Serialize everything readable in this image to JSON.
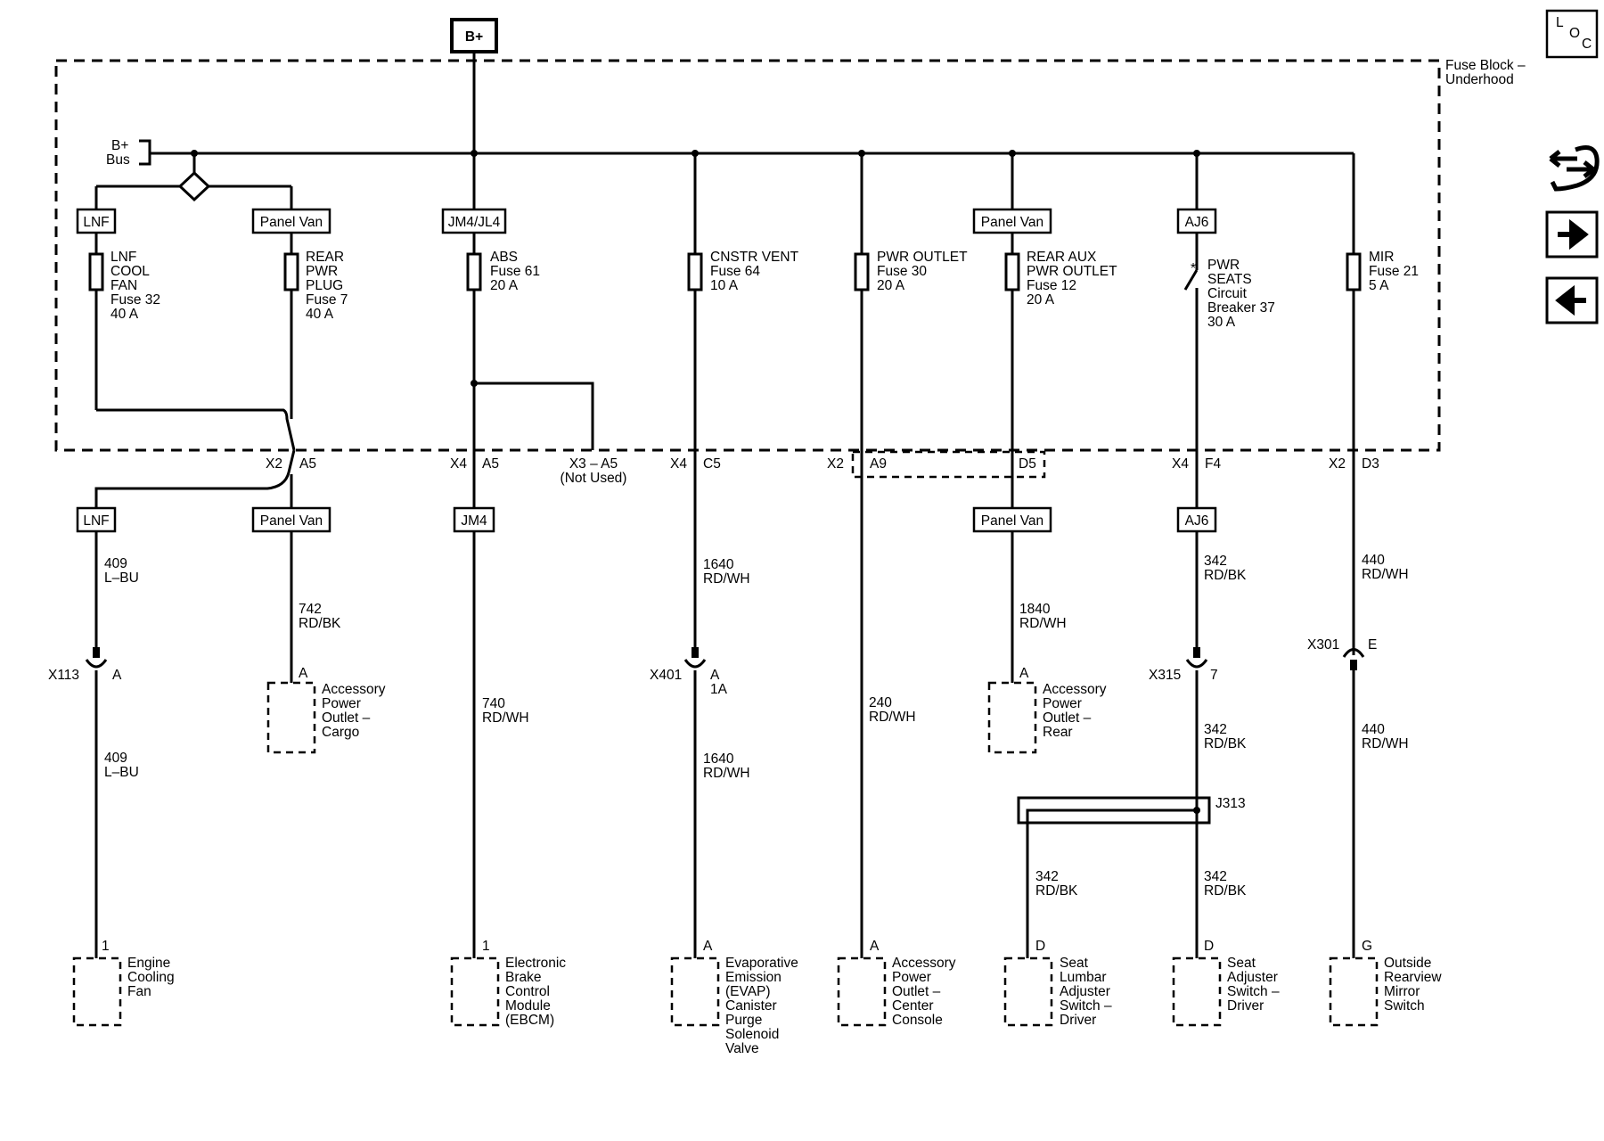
{
  "header": {
    "battery": "B+",
    "fuse_block_line1": "Fuse Block –",
    "fuse_block_line2": "Underhood",
    "bus_line1": "B+",
    "bus_line2": "Bus"
  },
  "nav": {
    "loc_l": "L",
    "loc_o": "O",
    "loc_c": "C"
  },
  "options": {
    "lnf": "LNF",
    "panel_van": "Panel Van",
    "jm4_jl4": "JM4/JL4",
    "aj6": "AJ6",
    "jm4": "JM4"
  },
  "fuses": {
    "f1": [
      "LNF",
      "COOL",
      "FAN",
      "Fuse 32",
      "40 A"
    ],
    "f2": [
      "REAR",
      "PWR",
      "PLUG",
      "Fuse 7",
      "40 A"
    ],
    "f3": [
      "ABS",
      "Fuse 61",
      "20 A"
    ],
    "f4": [
      "CNSTR VENT",
      "Fuse 64",
      "10 A"
    ],
    "f5": [
      "PWR OUTLET",
      "Fuse 30",
      "20 A"
    ],
    "f6": [
      "REAR AUX",
      "PWR OUTLET",
      "Fuse 12",
      "20 A"
    ],
    "f7": [
      "PWR",
      "SEATS",
      "Circuit",
      "Breaker 37",
      "30 A"
    ],
    "f8": [
      "MIR",
      "Fuse 21",
      "5 A"
    ]
  },
  "connectors": {
    "c1a": "X2",
    "c1b": "A5",
    "c2a": "X4",
    "c2b": "A5",
    "c3a": "X3 – A5",
    "c3b": "(Not Used)",
    "c4a": "X4",
    "c4b": "C5",
    "c5a": "X2",
    "c5b": "A9",
    "c5c": "D5",
    "c6a": "X4",
    "c6b": "F4",
    "c7a": "X2",
    "c7b": "D3"
  },
  "wires": {
    "w409a": [
      "409",
      "L–BU"
    ],
    "w409b": [
      "409",
      "L–BU"
    ],
    "w742": [
      "742",
      "RD/BK"
    ],
    "w740": [
      "740",
      "RD/WH"
    ],
    "w1640a": [
      "1640",
      "RD/WH"
    ],
    "w1640b": [
      "1640",
      "RD/WH"
    ],
    "w240": [
      "240",
      "RD/WH"
    ],
    "w1840": [
      "1840",
      "RD/WH"
    ],
    "w342a": [
      "342",
      "RD/BK"
    ],
    "w342b": [
      "342",
      "RD/BK"
    ],
    "w342c": [
      "342",
      "RD/BK"
    ],
    "w342d": [
      "342",
      "RD/BK"
    ],
    "w440a": [
      "440",
      "RD/WH"
    ],
    "w440b": [
      "440",
      "RD/WH"
    ]
  },
  "inline": {
    "x113": "X113",
    "x113pin": "A",
    "x401": "X401",
    "x401pin": "A",
    "x401pin2": "1A",
    "x315": "X315",
    "x315pin": "7",
    "x301": "X301",
    "x301pin": "E",
    "j313": "J313"
  },
  "components": {
    "acc_cargo": {
      "pin": "A",
      "lines": [
        "Accessory",
        "Power",
        "Outlet –",
        "Cargo"
      ]
    },
    "acc_rear": {
      "pin": "A",
      "lines": [
        "Accessory",
        "Power",
        "Outlet –",
        "Rear"
      ]
    },
    "fan": {
      "pin": "1",
      "lines": [
        "Engine",
        "Cooling",
        "Fan"
      ]
    },
    "ebcm": {
      "pin": "1",
      "lines": [
        "Electronic",
        "Brake",
        "Control",
        "Module",
        "(EBCM)"
      ]
    },
    "evap": {
      "pin": "A",
      "lines": [
        "Evaporative",
        "Emission",
        "(EVAP)",
        "Canister",
        "Purge",
        "Solenoid",
        "Valve"
      ]
    },
    "acc_console": {
      "pin": "A",
      "lines": [
        "Accessory",
        "Power",
        "Outlet –",
        "Center",
        "Console"
      ]
    },
    "lumbar": {
      "pin": "D",
      "lines": [
        "Seat",
        "Lumbar",
        "Adjuster",
        "Switch –",
        "Driver"
      ]
    },
    "seat_adj": {
      "pin": "D",
      "lines": [
        "Seat",
        "Adjuster",
        "Switch –",
        "Driver"
      ]
    },
    "mirror": {
      "pin": "G",
      "lines": [
        "Outside",
        "Rearview",
        "Mirror",
        "Switch"
      ]
    }
  }
}
